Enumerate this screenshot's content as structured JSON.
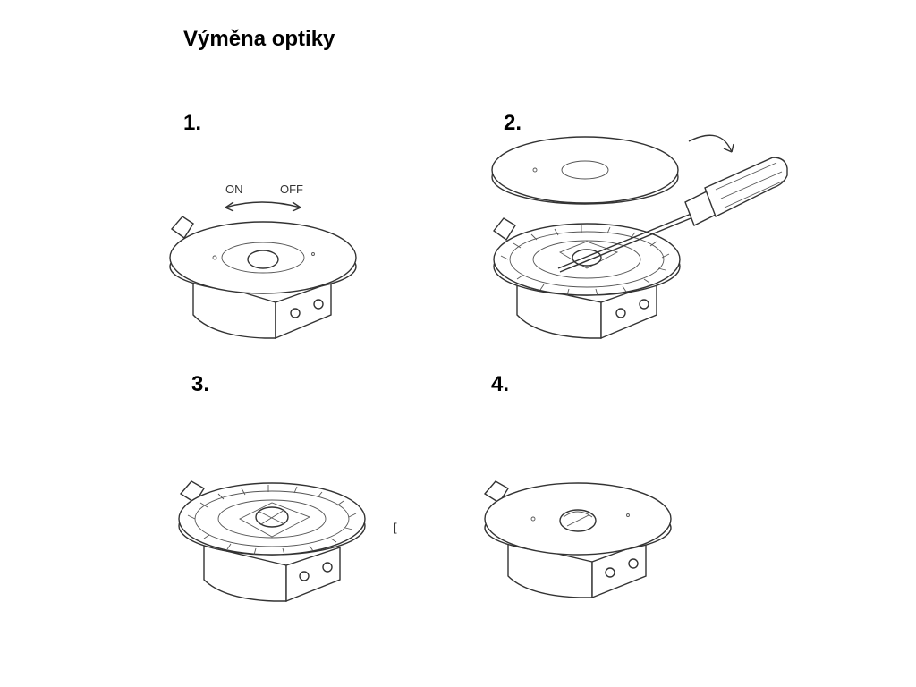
{
  "title": "Výměna optiky",
  "steps": [
    {
      "number": "1.",
      "icon": "sensor-with-switch-arrow-icon"
    },
    {
      "number": "2.",
      "icon": "screwdriver-removing-cover-icon"
    },
    {
      "number": "3.",
      "icon": "sensor-without-cover-icon"
    },
    {
      "number": "4.",
      "icon": "sensor-with-new-optic-icon"
    }
  ],
  "switch_labels": {
    "on": "ON",
    "off": "OFF"
  },
  "stray_mark": "[",
  "colors": {
    "text": "#000000",
    "line": "#333333",
    "background": "#ffffff"
  }
}
